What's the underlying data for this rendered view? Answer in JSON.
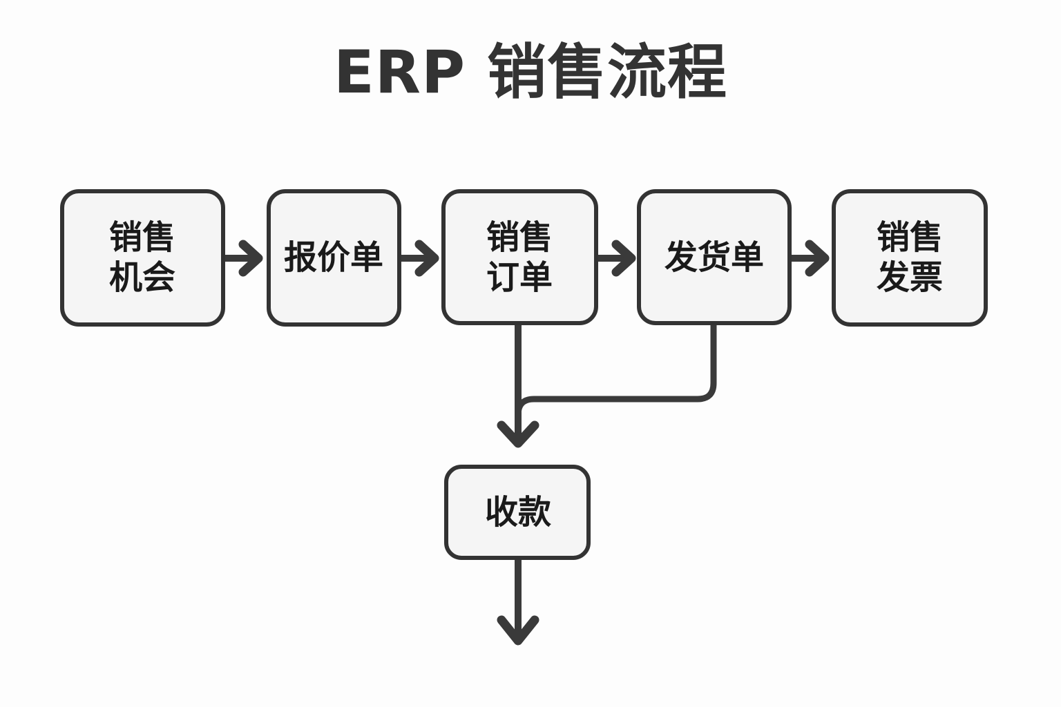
{
  "diagram": {
    "title": "ERP 销售流程",
    "background_color": "#fdfdfd",
    "node_fill": "#f5f5f5",
    "node_stroke": "#333333",
    "connector_color": "#3a3a3a",
    "text_color": "#1a1a1a",
    "nodes": [
      {
        "id": "opportunity",
        "label_line1": "销售",
        "label_line2": "机会",
        "lines": 2
      },
      {
        "id": "quotation",
        "label_line1": "报价单",
        "label_line2": "",
        "lines": 1
      },
      {
        "id": "sales-order",
        "label_line1": "销售",
        "label_line2": "订单",
        "lines": 2
      },
      {
        "id": "delivery",
        "label_line1": "发货单",
        "label_line2": "",
        "lines": 1
      },
      {
        "id": "invoice",
        "label_line1": "销售",
        "label_line2": "发票",
        "lines": 2
      },
      {
        "id": "payment",
        "label_line1": "收款",
        "label_line2": "",
        "lines": 1
      }
    ],
    "edges": [
      {
        "from": "opportunity",
        "to": "quotation",
        "style": "arrow-right"
      },
      {
        "from": "quotation",
        "to": "sales-order",
        "style": "arrow-right"
      },
      {
        "from": "sales-order",
        "to": "delivery",
        "style": "arrow-right"
      },
      {
        "from": "delivery",
        "to": "invoice",
        "style": "arrow-right"
      },
      {
        "from": "sales-order",
        "to": "payment",
        "style": "elbow-down"
      },
      {
        "from": "delivery",
        "to": "payment",
        "style": "elbow-down"
      },
      {
        "from": "payment",
        "to": "",
        "style": "arrow-down-open"
      }
    ]
  }
}
